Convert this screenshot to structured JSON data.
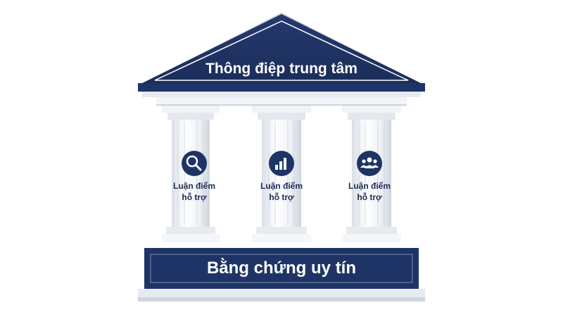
{
  "roof": {
    "title": "Thông điệp trung tâm"
  },
  "base": {
    "title": "Bằng chứng uy tín"
  },
  "pillars": [
    {
      "icon": "search-icon",
      "line1": "Luận điểm",
      "line2": "hỗ trợ"
    },
    {
      "icon": "bar-chart-icon",
      "line1": "Luận điểm",
      "line2": "hỗ trợ"
    },
    {
      "icon": "users-icon",
      "line1": "Luận điểm",
      "line2": "hỗ trợ"
    }
  ],
  "colors": {
    "navy": "#1f3466",
    "marble": "#eef1f5",
    "white": "#ffffff"
  }
}
